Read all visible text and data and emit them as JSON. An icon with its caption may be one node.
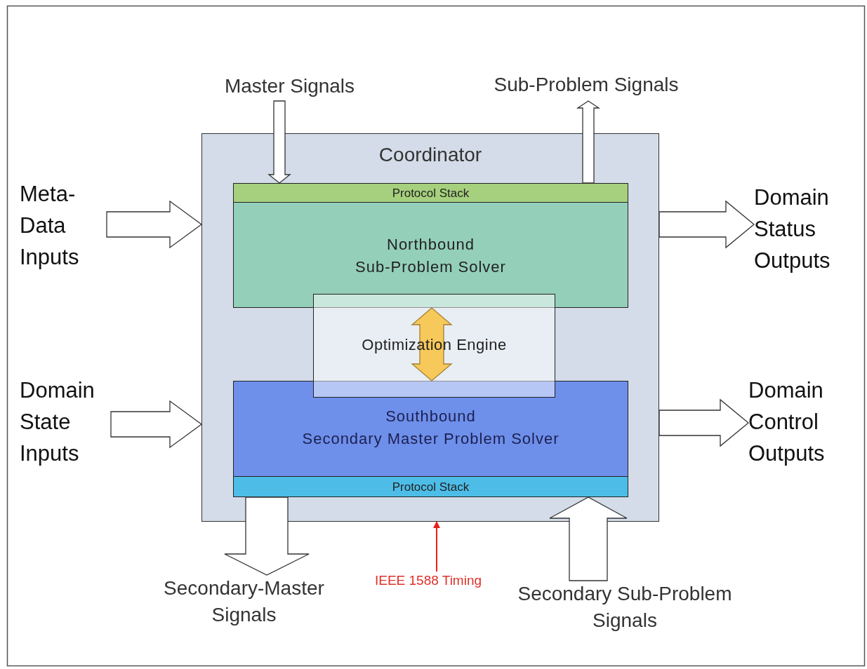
{
  "diagram": {
    "nodes": [
      {
        "text": [
          "Coordinator"
        ]
      },
      {
        "text": [
          "Protocol Stack"
        ],
        "in": 0
      },
      {
        "text": [
          "Northbound",
          "Sub-Problem Solver"
        ],
        "in": 0
      },
      {
        "text": [
          "Optimization Engine"
        ],
        "in": 0
      },
      {
        "text": [
          "Southbound",
          "Secondary Master Problem Solver"
        ],
        "in": 0
      },
      {
        "text": [
          "Protocol Stack"
        ],
        "in": 0
      },
      {
        "text": [
          "Master Signals"
        ]
      },
      {
        "text": [
          "Sub-Problem Signals"
        ]
      },
      {
        "text": [
          "Meta-Data Inputs"
        ]
      },
      {
        "text": [
          "Domain State Inputs"
        ]
      },
      {
        "text": [
          "Domain Status Outputs"
        ]
      },
      {
        "text": [
          "Domain Control Outputs"
        ]
      },
      {
        "text": [
          "Secondary-Master Signals"
        ]
      },
      {
        "text": [
          "IEEE 1588 Timing"
        ]
      },
      {
        "text": [
          "Secondary Sub-Problem Signals"
        ]
      }
    ],
    "edges": [
      {
        "from": 6,
        "to": 1,
        "arrow": "to",
        "style": "thick"
      },
      {
        "from": 1,
        "to": 7,
        "arrow": "to",
        "style": "thick"
      },
      {
        "from": 8,
        "to": 0,
        "arrow": "to",
        "style": "thick"
      },
      {
        "from": 9,
        "to": 0,
        "arrow": "to",
        "style": "thick"
      },
      {
        "from": 0,
        "to": 10,
        "arrow": "to",
        "style": "thick"
      },
      {
        "from": 0,
        "to": 11,
        "arrow": "to",
        "style": "thick"
      },
      {
        "from": 5,
        "to": 12,
        "arrow": "to",
        "style": "thick"
      },
      {
        "from": 14,
        "to": 5,
        "arrow": "to",
        "style": "thick"
      },
      {
        "from": 13,
        "to": 0,
        "arrow": "to",
        "color": "#e8201c"
      },
      {
        "from": 2,
        "to": 4,
        "arrow": "both",
        "style": "thick",
        "color": "#f7c85a"
      }
    ]
  }
}
